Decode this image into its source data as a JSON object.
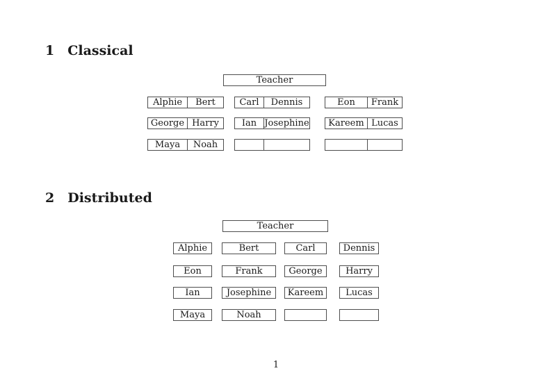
{
  "sections": [
    {
      "number": "1",
      "title": "Classical",
      "teacher_label": "Teacher",
      "pairs": [
        [
          "Alphie",
          "Bert"
        ],
        [
          "Carl",
          "Dennis"
        ],
        [
          "Eon",
          "Frank"
        ],
        [
          "George",
          "Harry"
        ],
        [
          "Ian",
          "Josephine"
        ],
        [
          "Kareem",
          "Lucas"
        ],
        [
          "Maya",
          "Noah"
        ],
        [
          "",
          ""
        ],
        [
          "",
          ""
        ]
      ]
    },
    {
      "number": "2",
      "title": "Distributed",
      "teacher_label": "Teacher",
      "cells": [
        "Alphie",
        "Bert",
        "Carl",
        "Dennis",
        "Eon",
        "Frank",
        "George",
        "Harry",
        "Ian",
        "Josephine",
        "Kareem",
        "Lucas",
        "Maya",
        "Noah",
        "",
        ""
      ]
    }
  ],
  "page": {
    "number": "1"
  },
  "colors": {
    "border": "#4d4d4d",
    "text": "#1a1a1a",
    "background": "#ffffff"
  }
}
